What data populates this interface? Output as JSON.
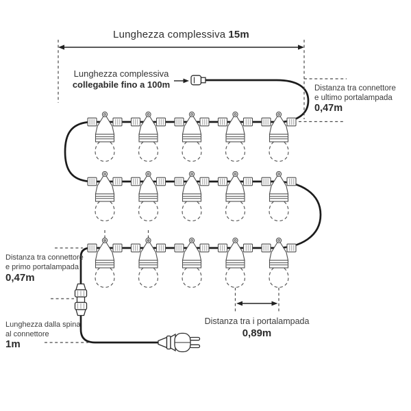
{
  "title": {
    "text": "Lunghezza complessiva",
    "value": "15m"
  },
  "connectable": {
    "line1": "Lunghezza complessiva",
    "line2": "collegabile fino a 100m"
  },
  "distance_last": {
    "line1": "Distanza tra connettore",
    "line2": "e ultimo portalampada",
    "value": "0,47m"
  },
  "distance_first": {
    "line1": "Distanza tra connettore",
    "line2": "e primo portalampada",
    "value": "0,47m"
  },
  "plug_length": {
    "line1": "Lunghezza dalla spina",
    "line2": "al connettore",
    "value": "1m"
  },
  "spacing": {
    "line1": "Distanza tra i portalampada",
    "value": "0,89m"
  },
  "structure": {
    "lamp_rows": 3,
    "lamps_per_row": 5,
    "total_lamps": 15
  },
  "colors": {
    "background": "#ffffff",
    "cable": "#1c1c1c",
    "outline": "#4d4d4d",
    "text": "#3b3b3b",
    "dashed": "#4a4a4a"
  }
}
